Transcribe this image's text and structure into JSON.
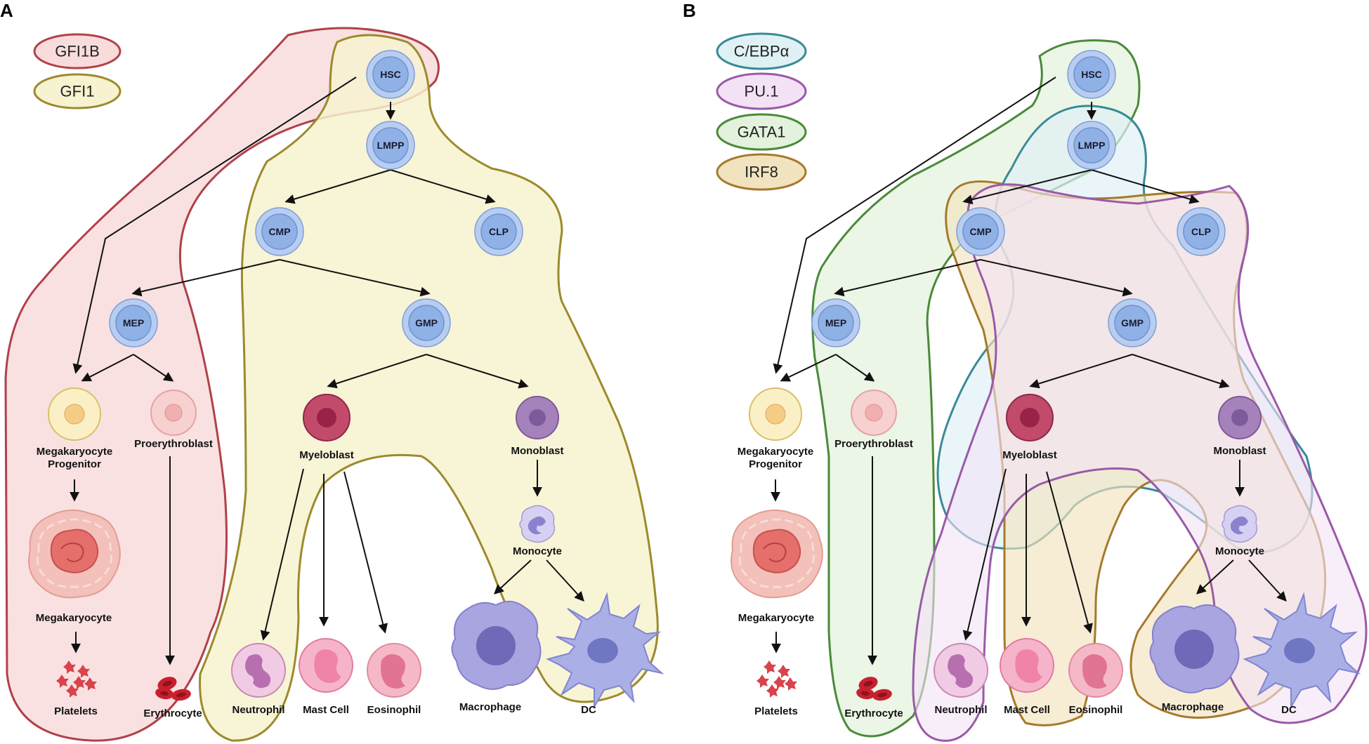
{
  "panels": [
    {
      "letter": "A",
      "legend": [
        {
          "label": "GFI1B",
          "fill": "#f8dcdc",
          "stroke": "#b0414a"
        },
        {
          "label": "GFI1",
          "fill": "#f7f2cf",
          "stroke": "#9c8a2c"
        }
      ]
    },
    {
      "letter": "B",
      "legend": [
        {
          "label": "C/EBPα",
          "fill": "#dff1f5",
          "stroke": "#3a8a96"
        },
        {
          "label": "PU.1",
          "fill": "#f3e2f6",
          "stroke": "#9a5aa8"
        },
        {
          "label": "GATA1",
          "fill": "#e3f2dc",
          "stroke": "#4a8a3a"
        },
        {
          "label": "IRF8",
          "fill": "#f2e3bf",
          "stroke": "#a57a2c"
        }
      ]
    }
  ],
  "nodes": {
    "hsc": "HSC",
    "lmpp": "LMPP",
    "cmp": "CMP",
    "clp": "CLP",
    "mep": "MEP",
    "gmp": "GMP"
  },
  "cells": {
    "megakaryocyte_progenitor_1": "Megakaryocyte",
    "megakaryocyte_progenitor_2": "Progenitor",
    "proerythroblast": "Proerythroblast",
    "myeloblast": "Myeloblast",
    "monoblast": "Monoblast",
    "megakaryocyte": "Megakaryocyte",
    "monocyte": "Monocyte",
    "platelets": "Platelets",
    "erythrocyte": "Erythrocyte",
    "neutrophil": "Neutrophil",
    "mast_cell": "Mast Cell",
    "eosinophil": "Eosinophil",
    "macrophage": "Macrophage",
    "dc": "DC"
  },
  "colors": {
    "progenitor_fill": "#8fb1e6",
    "progenitor_stroke": "#5f86c9",
    "mk_progenitor": "#f6e3a6",
    "proerythroblast": "#f4c1c1",
    "myeloblast": "#c24a6a",
    "monoblast": "#a07ab7",
    "monocyte": "#c9c3ea",
    "megakaryocyte": "#ec9a94",
    "platelets": "#d8434c",
    "erythrocyte": "#c8202e",
    "neutrophil": "#e8a8d0",
    "mast_cell": "#f2a0bc",
    "eosinophil": "#f0a0b4",
    "macrophage": "#a9a5e0",
    "dc": "#aab0e6"
  }
}
